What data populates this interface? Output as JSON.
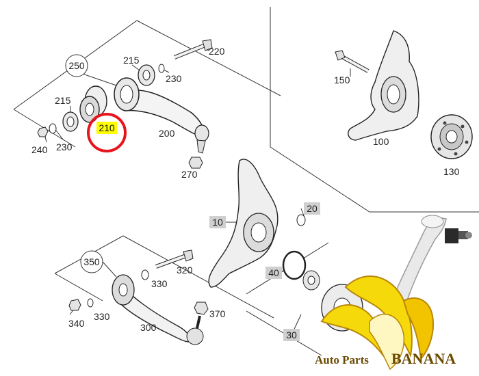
{
  "diagram": {
    "callouts": {
      "c250": "250",
      "c215a": "215",
      "c230a": "230",
      "c220": "220",
      "c215b": "215",
      "c210": "210",
      "c200": "200",
      "c240": "240",
      "c230b": "230",
      "c270": "270",
      "c150": "150",
      "c100": "100",
      "c130": "130",
      "c10": "10",
      "c20": "20",
      "c350": "350",
      "c320": "320",
      "c330a": "330",
      "c340": "340",
      "c330b": "330",
      "c300": "300",
      "c370": "370",
      "c40": "40",
      "c30": "30"
    },
    "highlight_callout": "210",
    "watermark": {
      "part1": "Auto Parts",
      "part2": "BANANA"
    }
  },
  "colors": {
    "line": "#333333",
    "boxed_label_bg": "#cfcfcf",
    "highlight_bg": "#ffff00",
    "highlight_ring": "#e8141c",
    "banana_yellow": "#f5d90a",
    "banana_dark": "#b8860b",
    "brand_text": "#6b4a00"
  }
}
